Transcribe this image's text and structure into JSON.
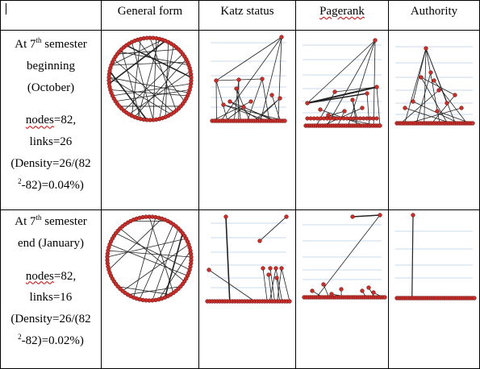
{
  "headers": {
    "general_form": "General form",
    "katz_status": "Katz status",
    "pagerank": "Pagerank",
    "authority": "Authority"
  },
  "rows": [
    {
      "l1_pre": "At 7",
      "l1_sup": "th",
      "l1_post": " semester",
      "l2": "beginning",
      "l3": "(October)",
      "nodes": "nodes",
      "nodes_val": "=82,",
      "links": "links=26",
      "density1": "(Density=26/(82",
      "density_sup": "2",
      "density2": "-82)=0.04%)"
    },
    {
      "l1_pre": "At 7",
      "l1_sup": "th",
      "l1_post": " semester",
      "l2": "end (January)",
      "nodes": "nodes",
      "nodes_val": "=82,",
      "links": "links=16",
      "density1": "(Density=26/(82",
      "density_sup": "2",
      "density2": "-82)=0.02%)"
    }
  ],
  "colors": {
    "node": "#c62f2a",
    "node_border": "#6a1010",
    "edge": "#222222",
    "guide": "#b9cce6",
    "border": "#000000"
  }
}
